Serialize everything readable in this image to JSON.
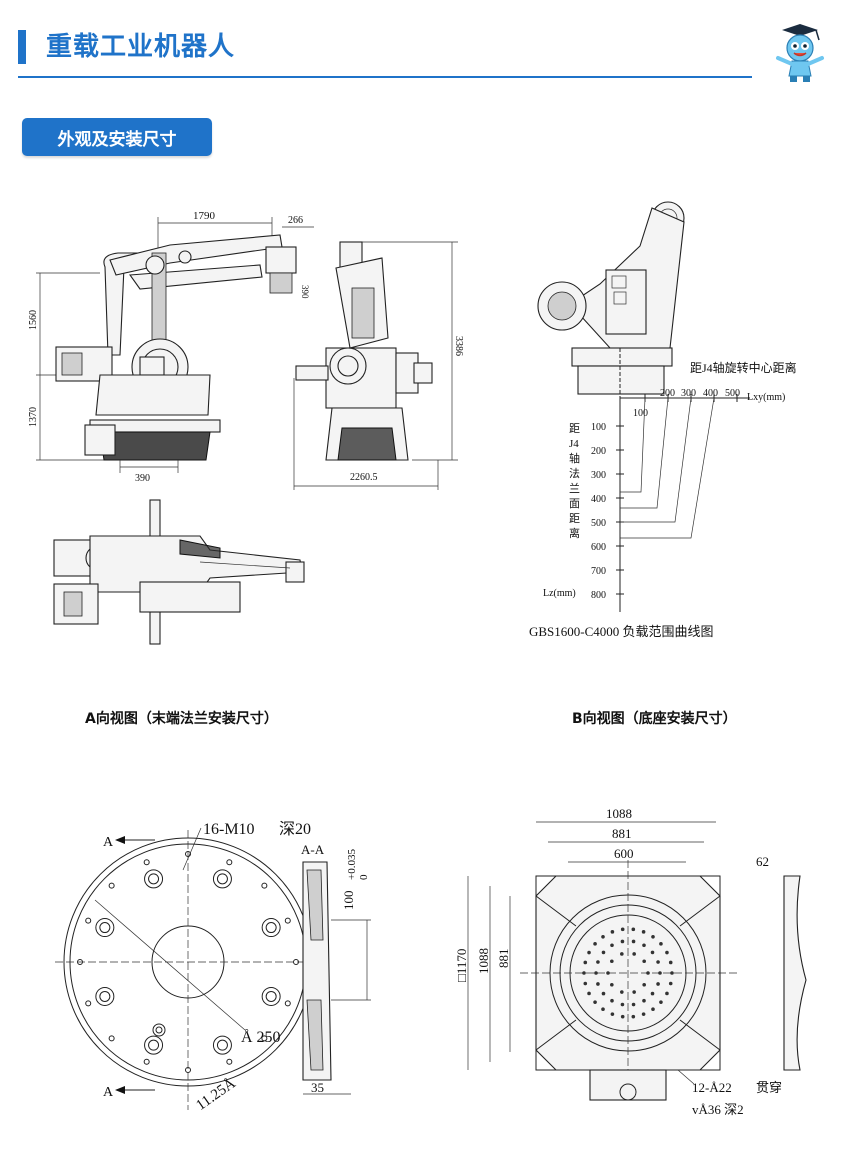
{
  "header": {
    "title": "重载工业机器人"
  },
  "section": {
    "label": "外观及安装尺寸"
  },
  "robot_views": {
    "dim_1790": "1790",
    "dim_266": "266",
    "dim_390_top": "390",
    "dim_1560": "1560",
    "dim_1370": "1370",
    "dim_390_bottom": "390",
    "dim_3386": "3386",
    "dim_2260": "2260.5"
  },
  "load_chart": {
    "title_h": "距J4轴旋转中心距离",
    "title_v": [
      "距",
      "J4",
      "轴",
      "法",
      "兰",
      "面",
      "距",
      "离"
    ],
    "x_ticks": [
      "100",
      "200",
      "300",
      "400",
      "500"
    ],
    "x_unit": "Lxy(mm)",
    "y_ticks": [
      "100",
      "200",
      "300",
      "400",
      "500",
      "600",
      "700",
      "800"
    ],
    "y_unit": "Lz(mm)",
    "caption": "GBS1600-C4000 负载范围曲线图"
  },
  "captions": {
    "view_a": "A向视图（末端法兰安装尺寸）",
    "view_b": "B向视图（底座安装尺寸）"
  },
  "view_a": {
    "label_a_top": "A",
    "label_a_bottom": "A",
    "holes": "16-M10",
    "depth": "深20",
    "section": "A-A",
    "tol": "+0.035",
    "tol0": "0",
    "d100": "100",
    "d250": "Å 250",
    "angle": "11.25Å",
    "d35": "35"
  },
  "view_b": {
    "d1088_top": "1088",
    "d881_top": "881",
    "d600": "600",
    "d1170": "□1170",
    "d1088_side": "1088",
    "d881_side": "881",
    "d62": "62",
    "holes": "12-Å22",
    "through": "贯穿",
    "counterbore": "vÅ36 深2"
  }
}
